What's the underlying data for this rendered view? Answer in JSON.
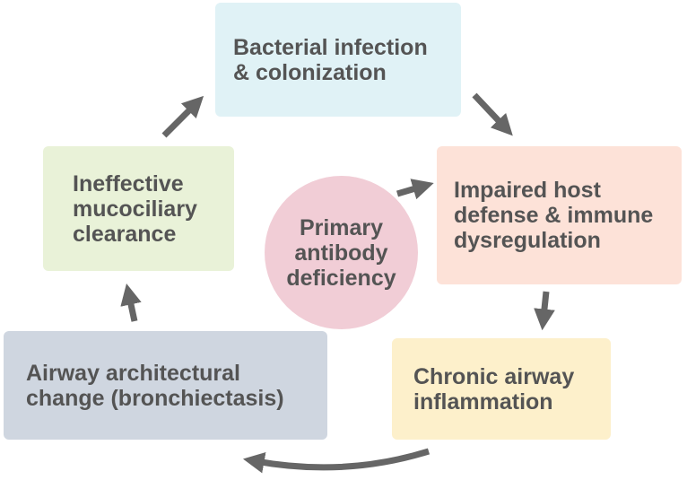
{
  "diagram": {
    "type": "cycle",
    "nodes": [
      {
        "id": "bacterial",
        "label": "Bacterial infection\n& colonization",
        "color": "#e0f2f6"
      },
      {
        "id": "impaired",
        "label": "Impaired host\ndefense & immune\ndysregulation",
        "color": "#fde2d8"
      },
      {
        "id": "chronic",
        "label": "Chronic airway\ninflammation",
        "color": "#fdf0cb"
      },
      {
        "id": "airway",
        "label": "Airway architectural\nchange (bronchiectasis)",
        "color": "#cfd6e0"
      },
      {
        "id": "ineffective",
        "label": "Ineffective\nmucociliary\nclearance",
        "color": "#e9f2d8"
      },
      {
        "id": "primary",
        "label": "Primary\nantibody\ndeficiency",
        "color": "#f1cdd6",
        "shape": "circle"
      }
    ],
    "edges": [
      {
        "from": "bacterial",
        "to": "impaired"
      },
      {
        "from": "impaired",
        "to": "chronic"
      },
      {
        "from": "chronic",
        "to": "airway"
      },
      {
        "from": "airway",
        "to": "ineffective"
      },
      {
        "from": "ineffective",
        "to": "bacterial"
      },
      {
        "from": "primary",
        "to": "impaired"
      }
    ],
    "text_color": "#545454",
    "arrow_color": "#666666"
  }
}
